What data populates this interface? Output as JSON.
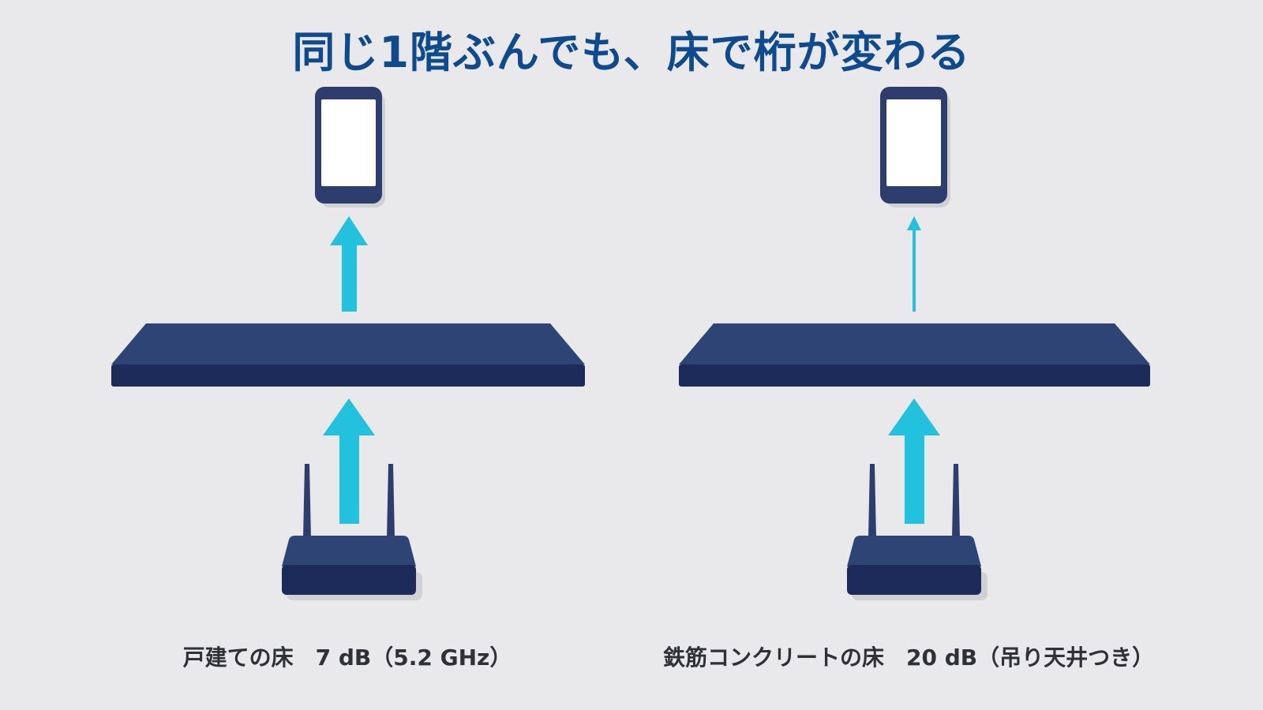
{
  "title": "同じ1階ぶんでも、床で桁が変わる",
  "panels": {
    "left": {
      "caption": "戸建ての床　7 dB（5.2 GHz）",
      "signal_level": "strong",
      "attenuation_db": 7
    },
    "right": {
      "caption": "鉄筋コンクリートの床　20 dB（吊り天井つき）",
      "signal_level": "weak",
      "attenuation_db": 20
    }
  },
  "icons": {
    "phone": "smartphone-icon",
    "router": "wifi-router-icon",
    "floor": "floor-slab",
    "arrow": "signal-arrow"
  },
  "colors": {
    "background": "#e9e9ec",
    "title": "#0d4a8f",
    "navy": "#2d4474",
    "navy_dark": "#1c2b5a",
    "signal": "#22c2df",
    "caption": "#2f3136"
  }
}
